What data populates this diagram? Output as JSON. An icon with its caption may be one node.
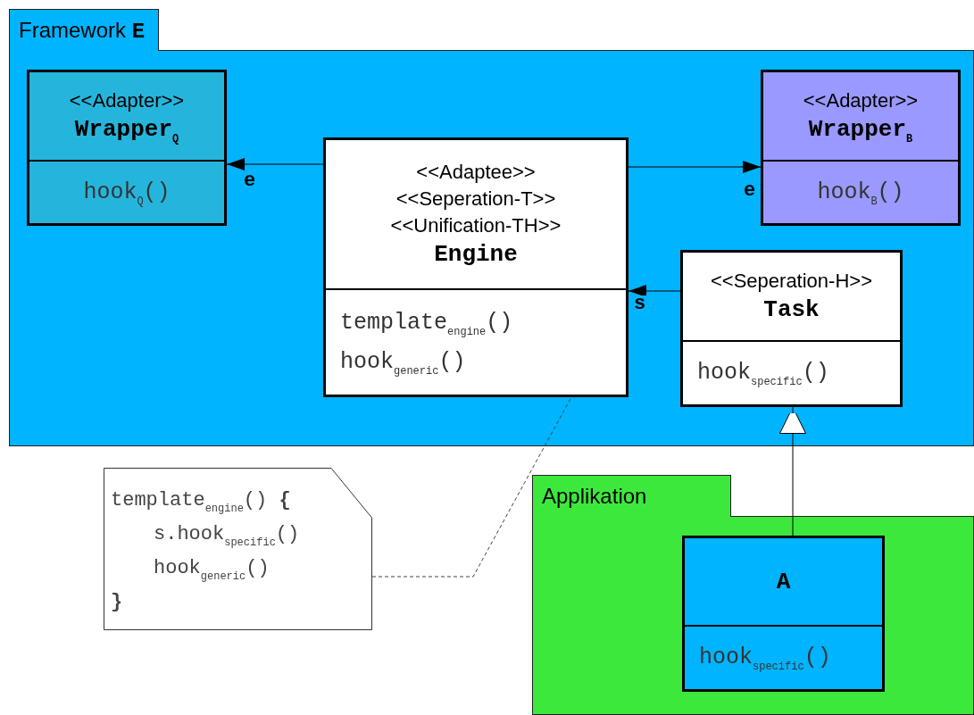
{
  "diagram": {
    "nodes": [
      {
        "text": [
          "Framework **E**"
        ]
      },
      {
        "text": [
          "<<Adapter>>",
          "Wrapper$_{Q}$",
          "hook$_{Q}$()"
        ],
        "in": 0
      },
      {
        "text": [
          "<<Adaptee>>",
          "<<Seperation-T>>",
          "<<Unification-TH>>",
          "Engine",
          "template$_{engine}$()",
          "hook$_{generic}$()"
        ],
        "in": 0
      },
      {
        "text": [
          "<<Adapter>>",
          "Wrapper$_{B}$",
          "hook$_{B}$()"
        ],
        "in": 0
      },
      {
        "text": [
          "<<Seperation-H>>",
          "Task",
          "hook$_{specific}$()"
        ],
        "in": 0
      },
      {
        "text": [
          "template$_{engine}$() **{**",
          "s.hook$_{specific}$()",
          "hook$_{generic}$()",
          "**}**"
        ]
      },
      {
        "text": [
          "Applikation"
        ]
      },
      {
        "text": [
          "A",
          "hook$_{specific}$()"
        ],
        "in": 6
      }
    ],
    "edges": [
      {
        "from": 2,
        "to": 1,
        "arrow": "to",
        "label": "e"
      },
      {
        "from": 2,
        "to": 3,
        "arrow": "to",
        "label": "e"
      },
      {
        "from": 4,
        "to": 2,
        "arrow": "to",
        "label": "s"
      },
      {
        "from": 7,
        "to": 4,
        "arrow": "to"
      },
      {
        "from": 5,
        "to": 2,
        "arrow": "none",
        "style": "dashed"
      }
    ]
  }
}
